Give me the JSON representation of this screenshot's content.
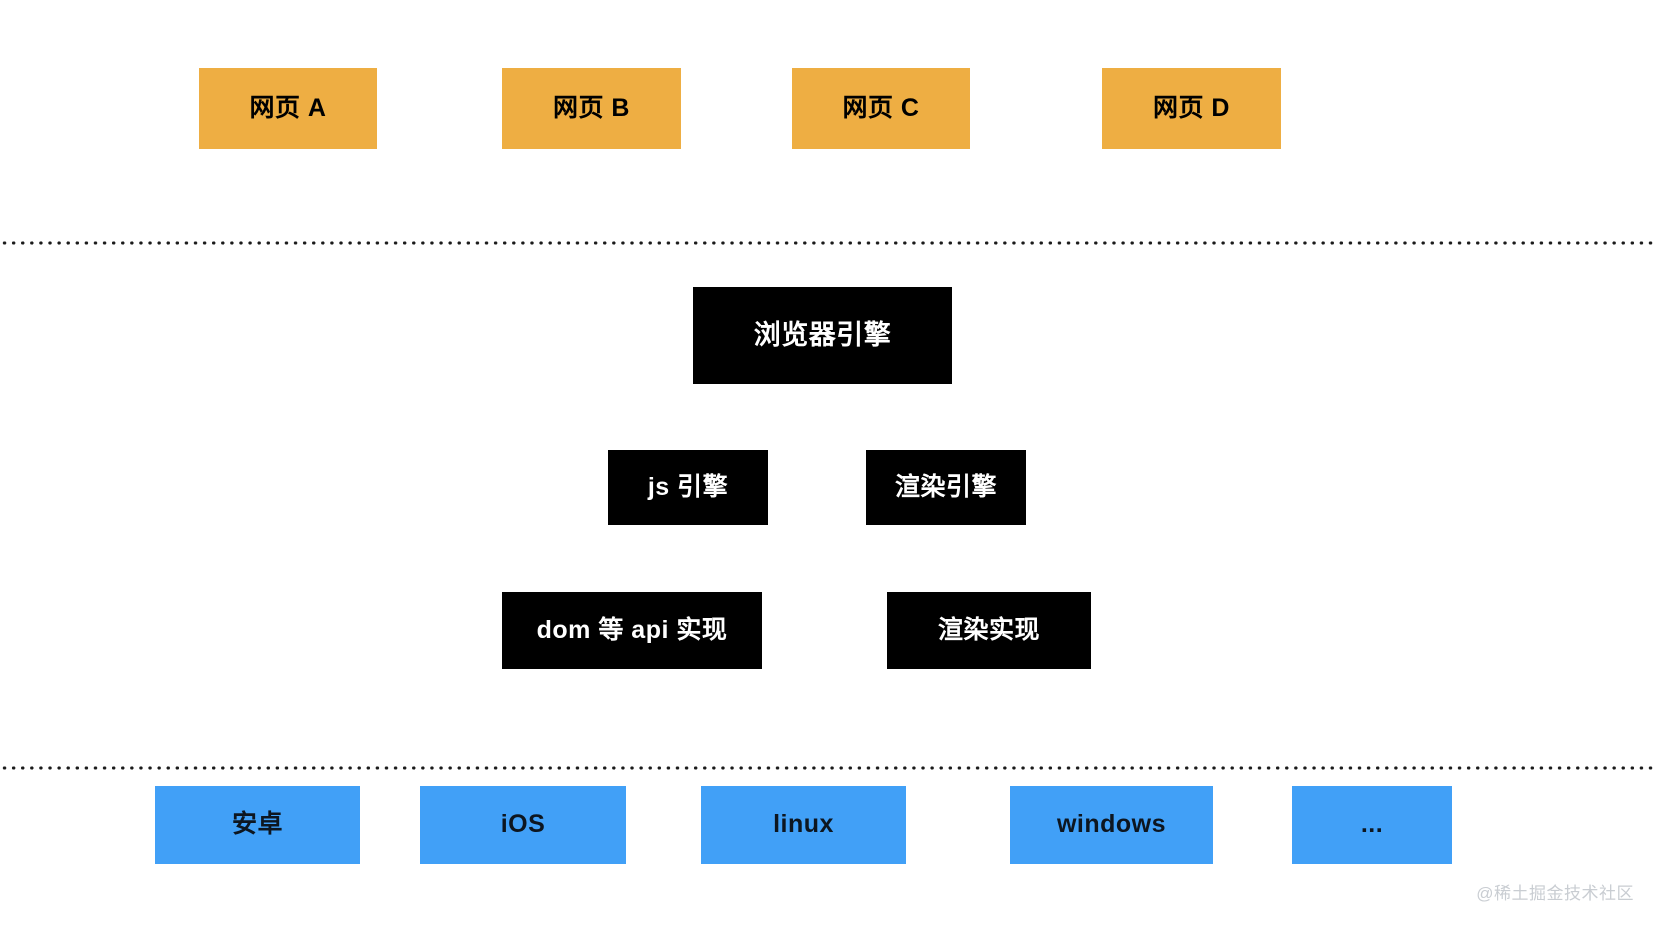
{
  "diagram": {
    "title": "Browser architecture layers",
    "colors": {
      "page_layer": "#eeae43",
      "engine_layer": "#000000",
      "engine_text": "#ffffff",
      "os_layer": "#41a0f7",
      "divider": "#1a1a1a",
      "background": "#ffffff",
      "watermark": "#c9cdd2"
    },
    "layers": {
      "pages": {
        "name": "web-pages-layer",
        "items": [
          {
            "label": "网页 A"
          },
          {
            "label": "网页 B"
          },
          {
            "label": "网页 C"
          },
          {
            "label": "网页 D"
          }
        ]
      },
      "engine": {
        "name": "browser-engine-layer",
        "root": {
          "label": "浏览器引擎"
        },
        "sub_engines": [
          {
            "label": "js 引擎"
          },
          {
            "label": "渲染引擎"
          }
        ],
        "implementations": [
          {
            "label": "dom 等 api 实现"
          },
          {
            "label": "渲染实现"
          }
        ]
      },
      "os": {
        "name": "operating-system-layer",
        "items": [
          {
            "label": "安卓"
          },
          {
            "label": "iOS"
          },
          {
            "label": "linux"
          },
          {
            "label": "windows"
          },
          {
            "label": "..."
          }
        ]
      }
    },
    "dividers": [
      {
        "name": "divider-pages-engine"
      },
      {
        "name": "divider-engine-os"
      }
    ],
    "watermark": {
      "text": "@稀土掘金技术社区"
    }
  }
}
